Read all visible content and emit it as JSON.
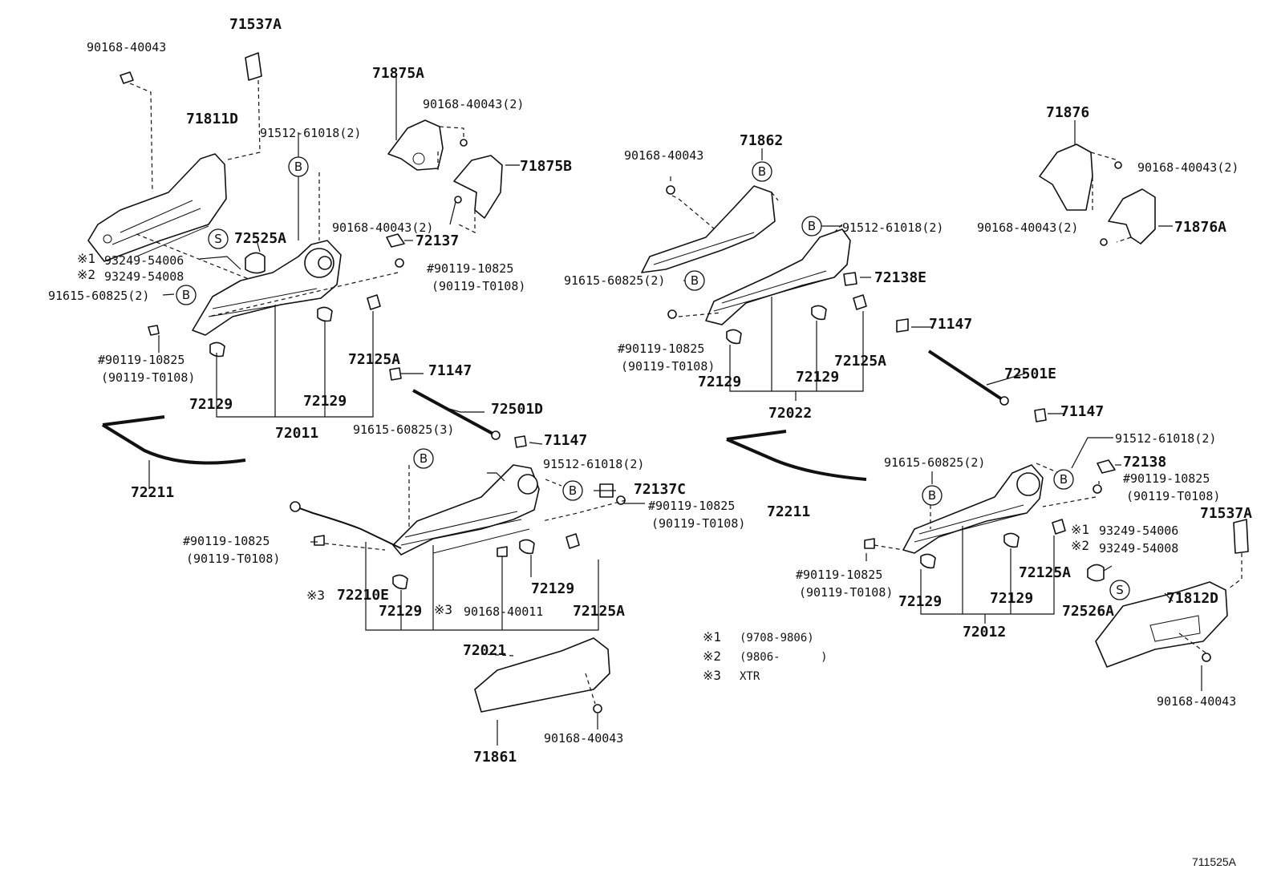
{
  "labels": {
    "l71537a_top": "71537A",
    "l90168_tl": "90168-40043",
    "l71811d": "71811D",
    "l91512_top": "91512-61018(2)",
    "l71875a": "71875A",
    "l90168_2_a": "90168-40043(2)",
    "l71875b": "71875B",
    "l90168_2_b": "90168-40043(2)",
    "l72525a": "72525A",
    "l72137": "72137",
    "l93249_54006_l": "93249-54006",
    "l93249_54008_l": "93249-54008",
    "l90119_a": "#90119-10825",
    "l90119_a2": "(90119-T0108)",
    "l91615_a": "91615-60825(2)",
    "l90119_b": "#90119-10825",
    "l90119_b2": "(90119-T0108)",
    "l72125a_a": "72125A",
    "l71147_a": "71147",
    "l72129_a": "72129",
    "l72129_b": "72129",
    "l72011": "72011",
    "l72501d": "72501D",
    "l91615_3": "91615-60825(3)",
    "l71147_b": "71147",
    "l72211_a": "72211",
    "l91512_mid": "91512-61018(2)",
    "l72137c": "72137C",
    "l90119_c": "#90119-10825",
    "l90119_c2": "(90119-T0108)",
    "l90119_d": "#90119-10825",
    "l90119_d2": "(90119-T0108)",
    "l72210e": "72210E",
    "l72129_c": "72129",
    "l90168_40011": "90168-40011",
    "l72129_d": "72129",
    "l72125a_b": "72125A",
    "l72021": "72021",
    "l90168_mid": "90168-40043",
    "l71861": "71861",
    "l90168_ctr": "90168-40043",
    "l71862": "71862",
    "l91512_ctr": "91512-61018(2)",
    "l91615_ctr": "91615-60825(2)",
    "l72138e": "72138E",
    "l90119_e": "#90119-10825",
    "l90119_e2": "(90119-T0108)",
    "l72129_e": "72129",
    "l72129_f": "72129",
    "l72125a_c": "72125A",
    "l72022": "72022",
    "l71147_c": "71147",
    "l72501e": "72501E",
    "l71147_d": "71147",
    "l72211_b": "72211",
    "l71876": "71876",
    "l90168_2_c": "90168-40043(2)",
    "l71876a": "71876A",
    "l90168_2_d": "90168-40043(2)",
    "l91512_r": "91512-61018(2)",
    "l91615_r": "91615-60825(2)",
    "l72138": "72138",
    "l90119_f": "#90119-10825",
    "l90119_f2": "(90119-T0108)",
    "l71537a_r": "71537A",
    "l93249_54006_r": "93249-54006",
    "l93249_54008_r": "93249-54008",
    "l90119_g": "#90119-10825",
    "l90119_g2": "(90119-T0108)",
    "l72125a_d": "72125A",
    "l72129_g": "72129",
    "l72129_h": "72129",
    "l72526a": "72526A",
    "l71812d": "71812D",
    "l72012": "72012",
    "l90168_br": "90168-40043",
    "diagram_id": "711525A"
  },
  "notes": {
    "n1_mark": "※1",
    "n1_text": "(9708-9806)",
    "n2_mark": "※2",
    "n2_text": "(9806-      )",
    "n3_mark": "※3",
    "n3_text": "XTR",
    "m1_l": "※1",
    "m2_l": "※2",
    "m3_mid": "※3",
    "m3b_mid": "※3",
    "m1_r": "※1",
    "m2_r": "※2"
  },
  "callouts": {
    "b": "B",
    "s": "S"
  }
}
